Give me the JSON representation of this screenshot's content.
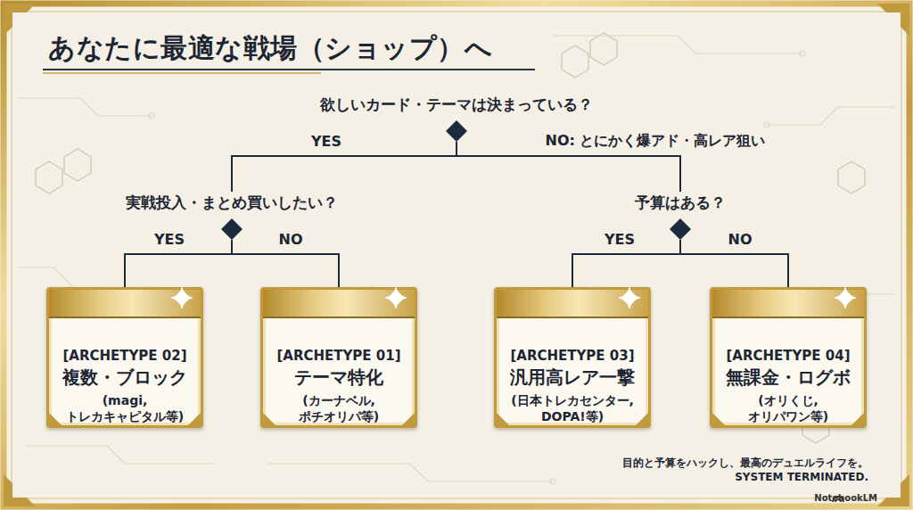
{
  "diagram": {
    "title": "あなたに最適な戦場（ショップ）へ",
    "nodes": [
      {
        "text": [
          "欲しいカード・テーマは決まっている？"
        ]
      },
      {
        "text": [
          "実戦投入・まとめ買いしたい？"
        ]
      },
      {
        "text": [
          "予算はある？"
        ]
      },
      {
        "text": [
          "[ARCHETYPE 02]",
          "複数・ブロック",
          "(magi, トレカキャピタル等)"
        ]
      },
      {
        "text": [
          "[ARCHETYPE 01]",
          "テーマ特化",
          "(カーナベル, ポチオリパ等)"
        ]
      },
      {
        "text": [
          "[ARCHETYPE 03]",
          "汎用高レア一撃",
          "(日本トレカセンター, DOPA!等)"
        ]
      },
      {
        "text": [
          "[ARCHETYPE 04]",
          "無課金・ログボ",
          "(オリくじ, オリパワン等)"
        ]
      }
    ],
    "edges": [
      {
        "from": 0,
        "to": 1,
        "label": "YES",
        "arrow": "none"
      },
      {
        "from": 0,
        "to": 2,
        "label": "NO: とにかく爆アド・高レア狙い",
        "arrow": "none"
      },
      {
        "from": 1,
        "to": 3,
        "label": "YES",
        "arrow": "none"
      },
      {
        "from": 1,
        "to": 4,
        "label": "NO",
        "arrow": "none"
      },
      {
        "from": 2,
        "to": 5,
        "label": "YES",
        "arrow": "none"
      },
      {
        "from": 2,
        "to": 6,
        "label": "NO",
        "arrow": "none"
      }
    ],
    "labels": [
      "目的と予算をハックし、最高のデュエルライフを。",
      "SYSTEM TERMINATED.",
      "NotebookLM"
    ]
  }
}
